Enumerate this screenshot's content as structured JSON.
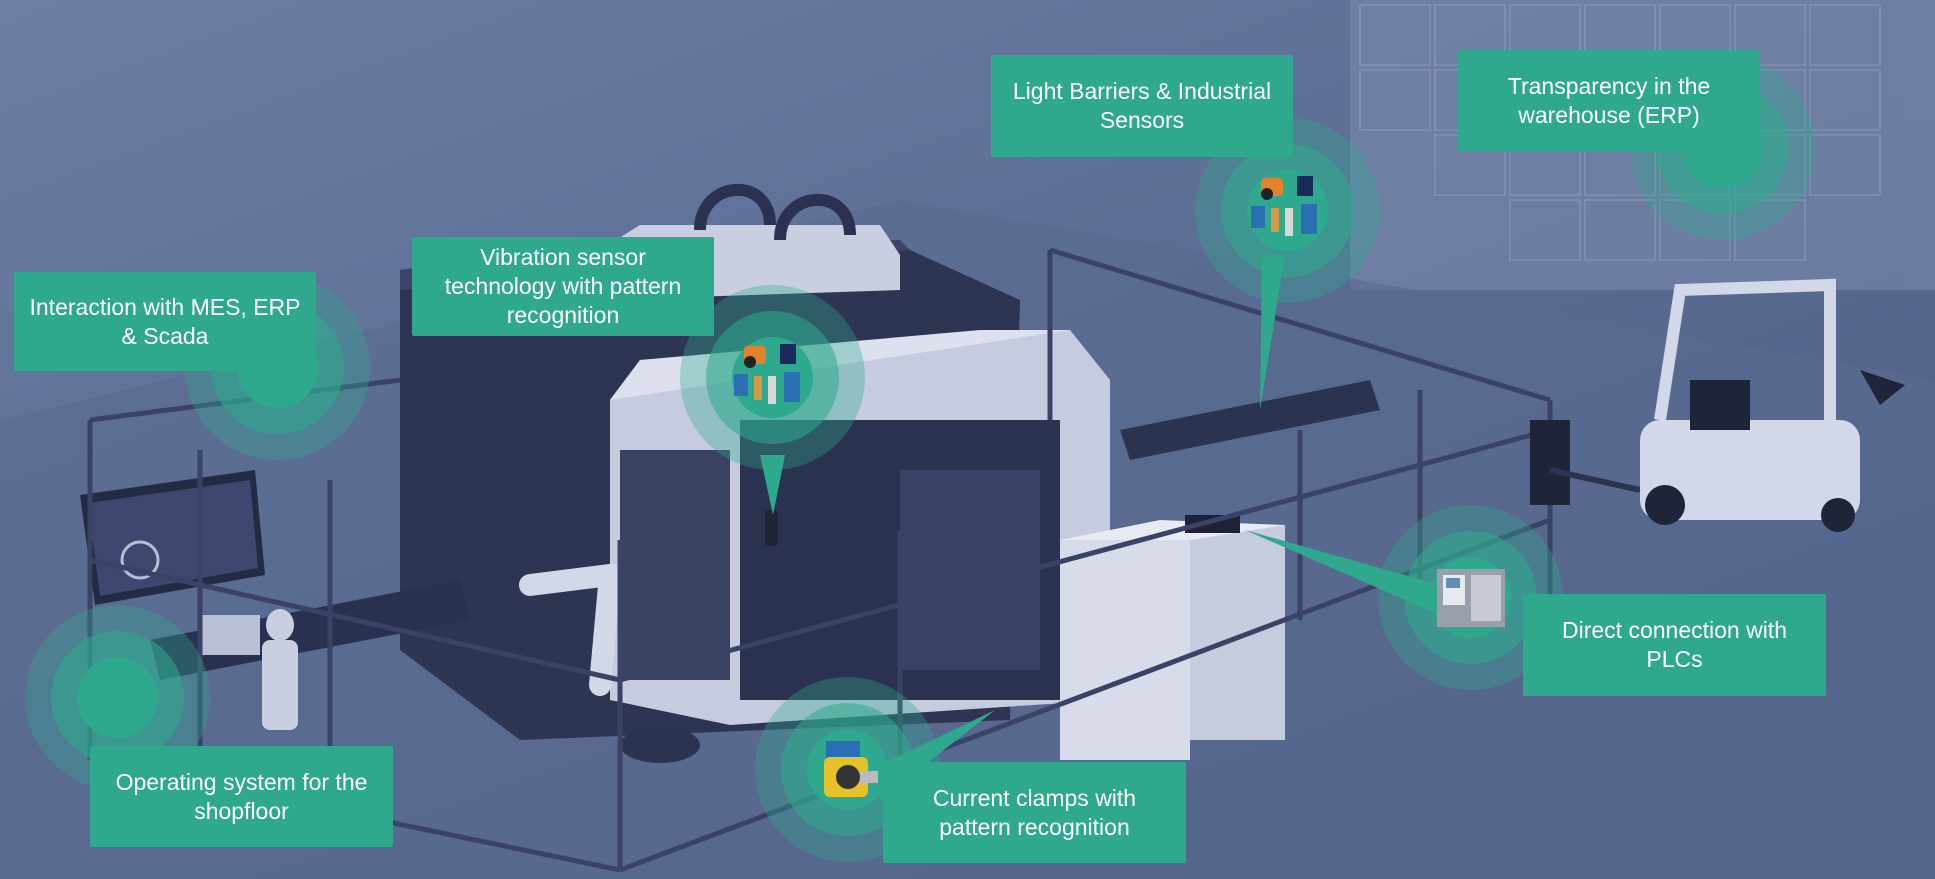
{
  "colors": {
    "accent": "#2fa98e",
    "background": "#5d6f96",
    "label_text": "#ffffff"
  },
  "labels": {
    "mes": "Interaction with MES, ERP & Scada",
    "vibration": "Vibration sensor technology with pattern recognition",
    "light": "Light Barriers & Industrial Sensors",
    "warehouse": "Transparency in the warehouse (ERP)",
    "plc": "Direct connection with PLCs",
    "clamps": "Current clamps with pattern recognition",
    "os": "Operating system for the shopfloor"
  },
  "icons": {
    "sensors_a": "industrial-sensors-icon",
    "sensors_b": "industrial-sensors-icon",
    "plc": "plc-module-icon",
    "clamp": "current-clamp-icon"
  }
}
